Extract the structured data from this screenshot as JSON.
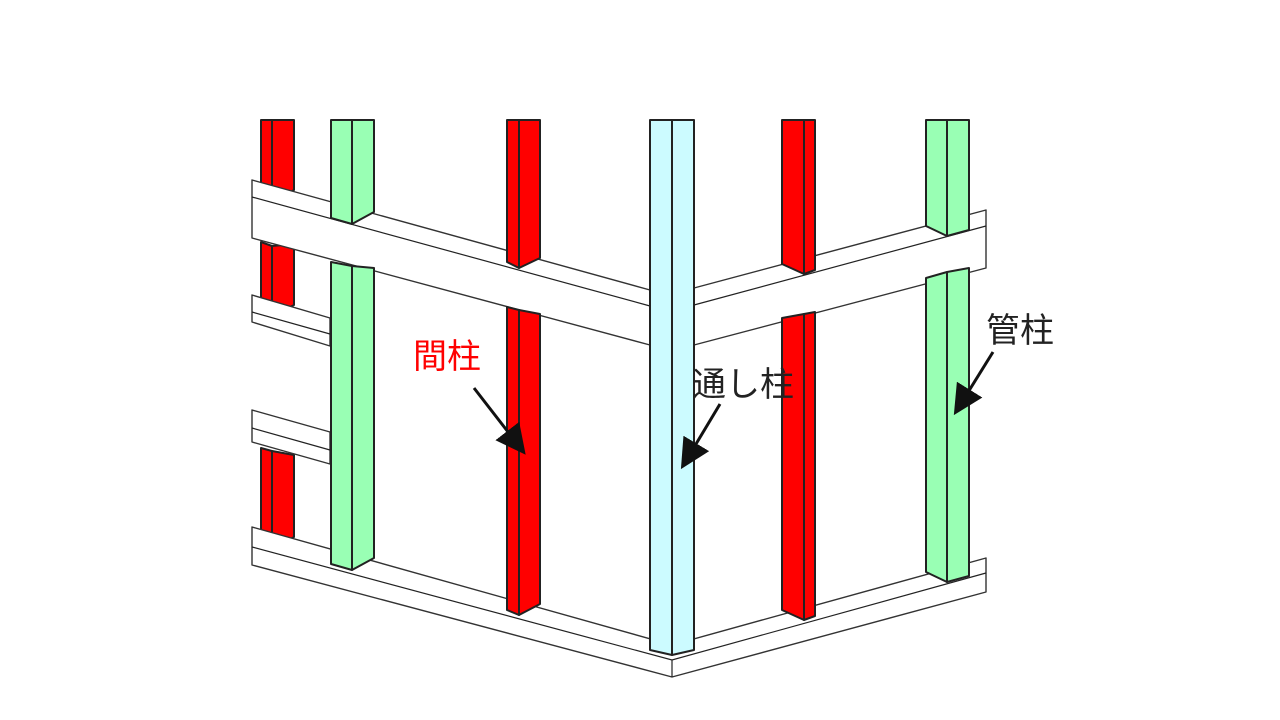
{
  "labels": {
    "mabashira": "間柱",
    "toshibashira": "通し柱",
    "kudabashira": "管柱"
  },
  "colors": {
    "mabashira": "#ff0000",
    "toshibashira": "#ccfbff",
    "kudabashira": "#99ffb4",
    "line": "#222222",
    "arrow": "#111111"
  }
}
